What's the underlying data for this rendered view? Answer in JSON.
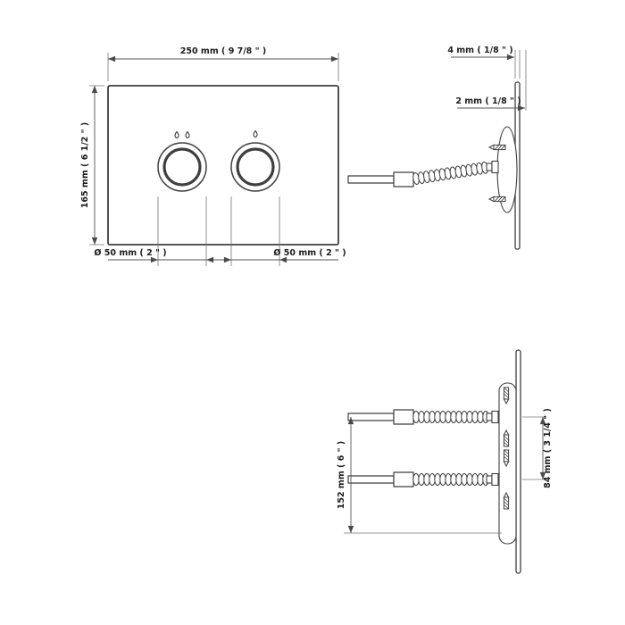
{
  "drawing": {
    "title": "flush-plate-technical-drawing",
    "colors": {
      "line": "#3f3f3f",
      "text": "#1c1c1c",
      "background": "#ffffff"
    },
    "front": {
      "width_dim": "250 mm ( 9 7/8 \" )",
      "height_dim": "165 mm ( 6 1/2 \" )",
      "button_left_diameter": "Ø 50 mm ( 2 \" )",
      "button_right_diameter": "Ø 50 mm ( 2 \" )"
    },
    "side": {
      "plate_thickness_dim": "4 mm ( 1/8 \" )",
      "frame_gap_dim": "2 mm ( 1/8 \" )"
    },
    "rear": {
      "rod_length_dim": "152 mm ( 6 \" )",
      "rod_spacing_dim": "84 mm ( 3 1/4 \" )"
    }
  }
}
